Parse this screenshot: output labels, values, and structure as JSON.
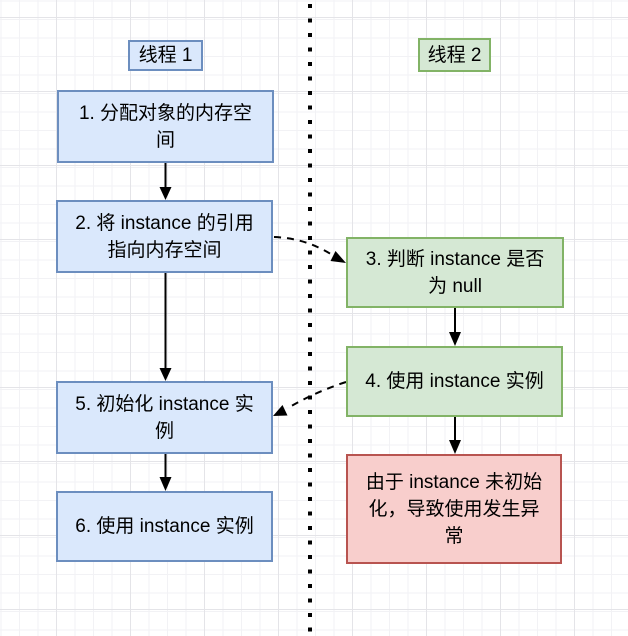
{
  "diagram": {
    "title_implicit": "DCL instruction-reordering flow between two threads",
    "colors": {
      "blue": {
        "fill": "#dae8fc",
        "border": "#6c8ebf"
      },
      "green": {
        "fill": "#d5e8d4",
        "border": "#82b366"
      },
      "red": {
        "fill": "#f8cecc",
        "border": "#b85450"
      },
      "arrow": "#000000",
      "grid_minor": "#f2f2f5",
      "grid_major": "#e4e4e8"
    },
    "lanes": {
      "thread1": {
        "label": "线程 1"
      },
      "thread2": {
        "label": "线程 2"
      }
    },
    "nodes": {
      "step1": {
        "label": "1. 分配对象的内存空\n间"
      },
      "step2": {
        "label": "2. 将 instance 的引用\n指向内存空间"
      },
      "step3": {
        "label": "3. 判断 instance 是否\n为 null"
      },
      "step4": {
        "label": "4. 使用 instance 实例"
      },
      "step5": {
        "label": "5. 初始化 instance 实\n例"
      },
      "step6": {
        "label": "6. 使用 instance 实例"
      },
      "error": {
        "label": "由于 instance 未初始\n化，导致使用发生异\n常"
      }
    },
    "edges": [
      {
        "from": "step1",
        "to": "step2",
        "style": "solid"
      },
      {
        "from": "step2",
        "to": "step5",
        "style": "solid"
      },
      {
        "from": "step5",
        "to": "step6",
        "style": "solid"
      },
      {
        "from": "step3",
        "to": "step4",
        "style": "solid"
      },
      {
        "from": "step4",
        "to": "error",
        "style": "solid"
      },
      {
        "from": "step2",
        "to": "step3",
        "style": "dashed"
      },
      {
        "from": "step4",
        "to": "step5",
        "style": "dashed"
      }
    ]
  }
}
